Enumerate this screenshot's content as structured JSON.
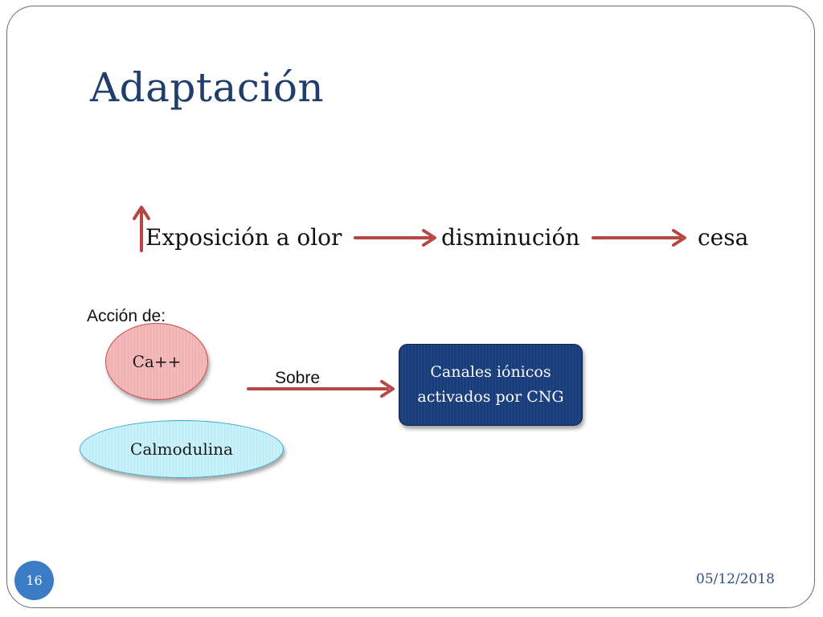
{
  "slide": {
    "title": "Adaptación",
    "page_number": "16",
    "date": "05/12/2018"
  },
  "flow": {
    "step1": "Exposición a olor",
    "step2": "disminución",
    "step3": "cesa"
  },
  "action": {
    "label": "Acción de:",
    "agent1": "Ca++",
    "agent2": "Calmodulina",
    "relation": "Sobre",
    "target": "Canales iónicos activados por CNG"
  },
  "colors": {
    "title": "#1f3e6b",
    "arrow": "#c0504d",
    "ca_fill": "#f6b9b9",
    "calmodulina_fill": "#c8f2fb",
    "target_fill": "#1b3c74",
    "badge": "#3b7cc7"
  }
}
